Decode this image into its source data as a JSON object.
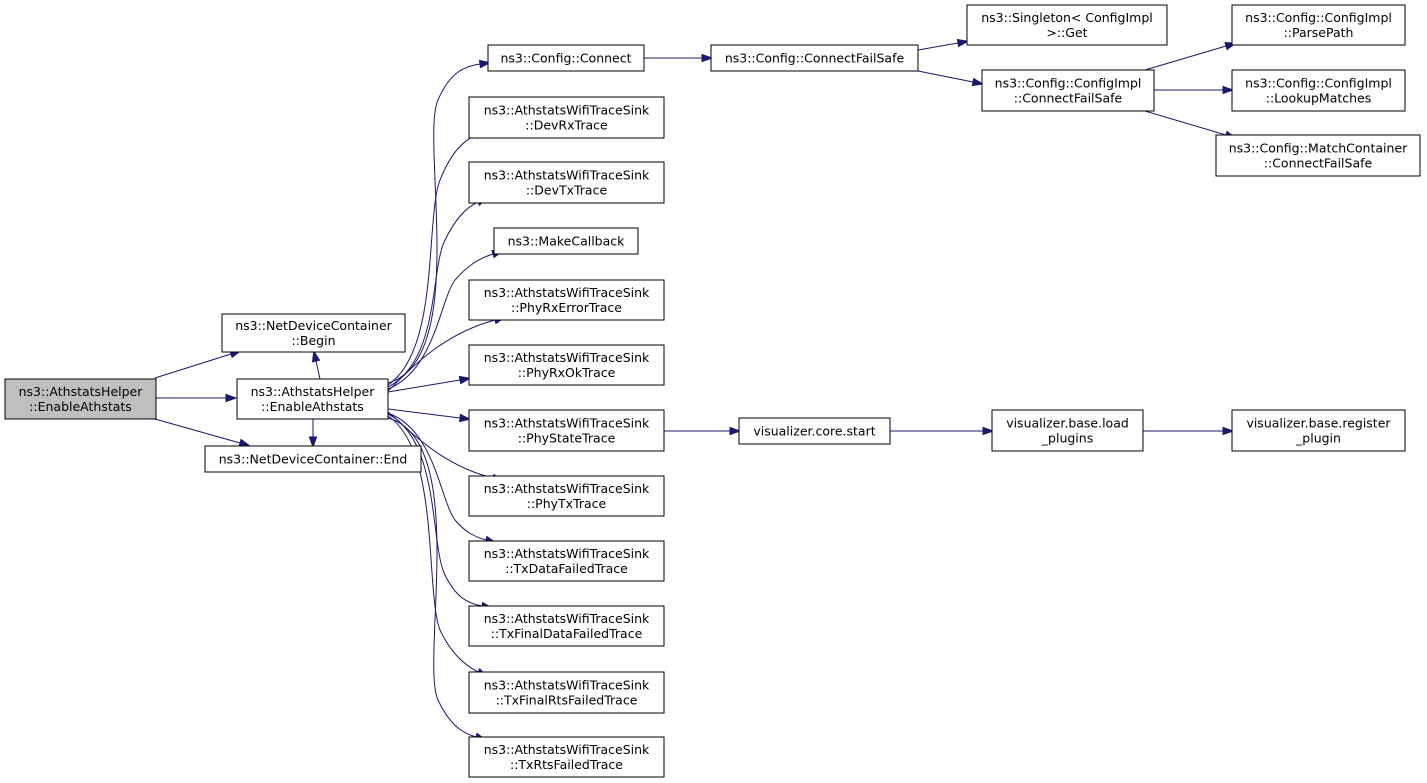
{
  "colors": {
    "edge": "#191970",
    "root_fill": "#bfbfbf",
    "node_fill": "#ffffff",
    "node_border": "#000000"
  },
  "nodes": {
    "n_root": {
      "lines": [
        "ns3::AthstatsHelper",
        "::EnableAthstats"
      ],
      "root": true
    },
    "n_begin": {
      "lines": [
        "ns3::NetDeviceContainer",
        "::Begin"
      ]
    },
    "n_helper": {
      "lines": [
        "ns3::AthstatsHelper",
        "::EnableAthstats"
      ]
    },
    "n_end": {
      "lines": [
        "ns3::NetDeviceContainer::End"
      ]
    },
    "n_connect": {
      "lines": [
        "ns3::Config::Connect"
      ]
    },
    "n_devrx": {
      "lines": [
        "ns3::AthstatsWifiTraceSink",
        "::DevRxTrace"
      ]
    },
    "n_devtx": {
      "lines": [
        "ns3::AthstatsWifiTraceSink",
        "::DevTxTrace"
      ]
    },
    "n_makecb": {
      "lines": [
        "ns3::MakeCallback"
      ]
    },
    "n_phyrxerr": {
      "lines": [
        "ns3::AthstatsWifiTraceSink",
        "::PhyRxErrorTrace"
      ]
    },
    "n_phyrxok": {
      "lines": [
        "ns3::AthstatsWifiTraceSink",
        "::PhyRxOkTrace"
      ]
    },
    "n_phystate": {
      "lines": [
        "ns3::AthstatsWifiTraceSink",
        "::PhyStateTrace"
      ]
    },
    "n_phytx": {
      "lines": [
        "ns3::AthstatsWifiTraceSink",
        "::PhyTxTrace"
      ]
    },
    "n_txdata": {
      "lines": [
        "ns3::AthstatsWifiTraceSink",
        "::TxDataFailedTrace"
      ]
    },
    "n_txfinaldata": {
      "lines": [
        "ns3::AthstatsWifiTraceSink",
        "::TxFinalDataFailedTrace"
      ]
    },
    "n_txfinalrts": {
      "lines": [
        "ns3::AthstatsWifiTraceSink",
        "::TxFinalRtsFailedTrace"
      ]
    },
    "n_txrts": {
      "lines": [
        "ns3::AthstatsWifiTraceSink",
        "::TxRtsFailedTrace"
      ]
    },
    "n_connectfs": {
      "lines": [
        "ns3::Config::ConnectFailSafe"
      ]
    },
    "n_singleton": {
      "lines": [
        "ns3::Singleton< ConfigImpl",
        " >::Get"
      ]
    },
    "n_implconnect": {
      "lines": [
        "ns3::Config::ConfigImpl",
        "::ConnectFailSafe"
      ]
    },
    "n_parsepath": {
      "lines": [
        "ns3::Config::ConfigImpl",
        "::ParsePath"
      ]
    },
    "n_lookup": {
      "lines": [
        "ns3::Config::ConfigImpl",
        "::LookupMatches"
      ]
    },
    "n_match": {
      "lines": [
        "ns3::Config::MatchContainer",
        "::ConnectFailSafe"
      ]
    },
    "n_vstart": {
      "lines": [
        "visualizer.core.start"
      ]
    },
    "n_vload": {
      "lines": [
        "visualizer.base.load",
        "_plugins"
      ]
    },
    "n_vreg": {
      "lines": [
        "visualizer.base.register",
        "_plugin"
      ]
    }
  },
  "edges": [
    [
      "n_root",
      "n_begin"
    ],
    [
      "n_root",
      "n_helper"
    ],
    [
      "n_root",
      "n_end"
    ],
    [
      "n_helper",
      "n_begin"
    ],
    [
      "n_helper",
      "n_end"
    ],
    [
      "n_helper",
      "n_connect"
    ],
    [
      "n_helper",
      "n_devrx"
    ],
    [
      "n_helper",
      "n_devtx"
    ],
    [
      "n_helper",
      "n_makecb"
    ],
    [
      "n_helper",
      "n_phyrxerr"
    ],
    [
      "n_helper",
      "n_phyrxok"
    ],
    [
      "n_helper",
      "n_phystate"
    ],
    [
      "n_helper",
      "n_phytx"
    ],
    [
      "n_helper",
      "n_txdata"
    ],
    [
      "n_helper",
      "n_txfinaldata"
    ],
    [
      "n_helper",
      "n_txfinalrts"
    ],
    [
      "n_helper",
      "n_txrts"
    ],
    [
      "n_connect",
      "n_connectfs"
    ],
    [
      "n_connectfs",
      "n_singleton"
    ],
    [
      "n_connectfs",
      "n_implconnect"
    ],
    [
      "n_implconnect",
      "n_parsepath"
    ],
    [
      "n_implconnect",
      "n_lookup"
    ],
    [
      "n_implconnect",
      "n_match"
    ],
    [
      "n_phystate",
      "n_vstart"
    ],
    [
      "n_vstart",
      "n_vload"
    ],
    [
      "n_vload",
      "n_vreg"
    ]
  ]
}
